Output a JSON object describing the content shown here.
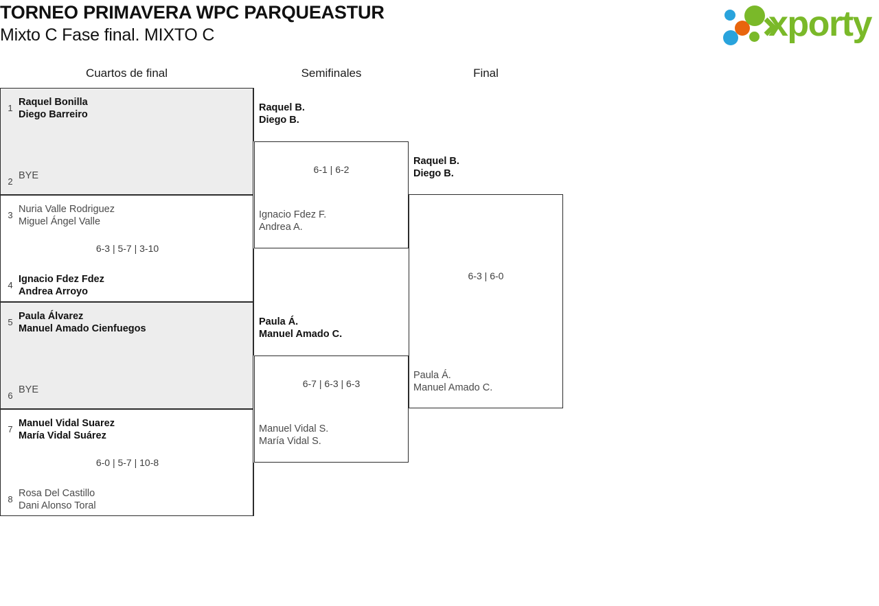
{
  "header": {
    "title_line1": "TORNEO PRIMAVERA WPC PARQUEASTUR",
    "title_line2": "Mixto C Fase final. MIXTO C",
    "logo_text": "xporty",
    "logo_colors": {
      "green": "#7ab929",
      "blue": "#29a3dc",
      "orange": "#e8650d"
    }
  },
  "rounds": [
    {
      "label": "Cuartos de final"
    },
    {
      "label": "Semifinales"
    },
    {
      "label": "Final"
    }
  ],
  "quarterfinals": [
    {
      "score": "",
      "slots": [
        {
          "seed": "1",
          "line1": "Raquel Bonilla",
          "line2": "Diego Barreiro",
          "state": "winner"
        },
        {
          "seed": "2",
          "line1": "BYE",
          "line2": "",
          "state": "bye"
        }
      ]
    },
    {
      "score": "6-3 | 5-7 | 3-10",
      "slots": [
        {
          "seed": "3",
          "line1": "Nuria Valle Rodriguez",
          "line2": "Miguel Ángel Valle",
          "state": "loser"
        },
        {
          "seed": "4",
          "line1": "Ignacio Fdez Fdez",
          "line2": "Andrea Arroyo",
          "state": "winner"
        }
      ]
    },
    {
      "score": "",
      "slots": [
        {
          "seed": "5",
          "line1": "Paula Álvarez",
          "line2": "Manuel Amado Cienfuegos",
          "state": "winner"
        },
        {
          "seed": "6",
          "line1": "BYE",
          "line2": "",
          "state": "bye"
        }
      ]
    },
    {
      "score": "6-0 | 5-7 | 10-8",
      "slots": [
        {
          "seed": "7",
          "line1": "Manuel Vidal Suarez",
          "line2": "María Vidal Suárez",
          "state": "winner"
        },
        {
          "seed": "8",
          "line1": "Rosa Del Castillo",
          "line2": "Dani Alonso Toral",
          "state": "loser"
        }
      ]
    }
  ],
  "semifinals": [
    {
      "score": "6-1 | 6-2",
      "top": {
        "line1": "Raquel B.",
        "line2": "Diego B.",
        "state": "winner"
      },
      "bottom": {
        "line1": "Ignacio Fdez F.",
        "line2": "Andrea A.",
        "state": "loser"
      }
    },
    {
      "score": "6-7 | 6-3 | 6-3",
      "top": {
        "line1": "Paula Á.",
        "line2": "Manuel Amado C.",
        "state": "winner"
      },
      "bottom": {
        "line1": "Manuel Vidal S.",
        "line2": "María Vidal S.",
        "state": "loser"
      }
    }
  ],
  "final": {
    "score": "6-3 | 6-0",
    "top": {
      "line1": "Raquel B.",
      "line2": "Diego B.",
      "state": "winner"
    },
    "bottom": {
      "line1": "Paula Á.",
      "line2": "Manuel Amado C.",
      "state": "loser"
    }
  }
}
